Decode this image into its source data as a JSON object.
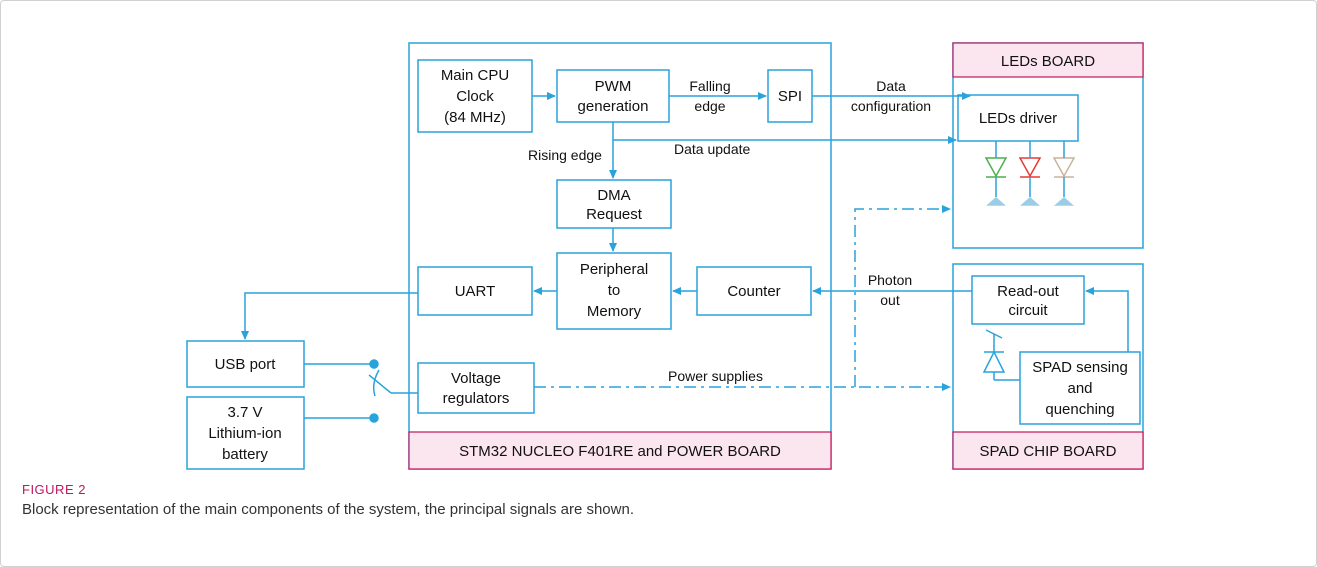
{
  "diagram": {
    "blocks": {
      "cpu_clock": [
        "Main CPU",
        "Clock",
        "(84 MHz)"
      ],
      "pwm": [
        "PWM",
        "generation"
      ],
      "spi": "SPI",
      "dma": [
        "DMA",
        "Request"
      ],
      "p2m": [
        "Peripheral",
        "to",
        "Memory"
      ],
      "counter": "Counter",
      "uart": "UART",
      "voltage": [
        "Voltage",
        "regulators"
      ],
      "usb": "USB port",
      "battery": [
        "3.7 V",
        "Lithium-ion",
        "battery"
      ],
      "leds_driver": "LEDs driver",
      "readout": [
        "Read-out",
        "circuit"
      ],
      "spad_sensing": [
        "SPAD sensing",
        "and",
        "quenching"
      ]
    },
    "boards": {
      "leds": "LEDs BOARD",
      "stm32": "STM32 NUCLEO F401RE and POWER BOARD",
      "spad": "SPAD CHIP BOARD"
    },
    "signals": {
      "falling_edge": [
        "Falling",
        "edge"
      ],
      "rising_edge": "Rising edge",
      "data_update": "Data update",
      "data_configuration": [
        "Data",
        "configuration"
      ],
      "photon_out": [
        "Photon",
        "out"
      ],
      "power_supplies": "Power supplies"
    },
    "colors": {
      "line": "#29a3dc",
      "board_fill": "#fbe5ee",
      "board_border": "#c0175d",
      "led_green": "#4caf50",
      "led_red": "#e53935",
      "led_beige": "#c8b49a"
    }
  },
  "caption": {
    "label": "FIGURE 2",
    "text": "Block representation of the main components of the system, the principal signals are shown."
  }
}
